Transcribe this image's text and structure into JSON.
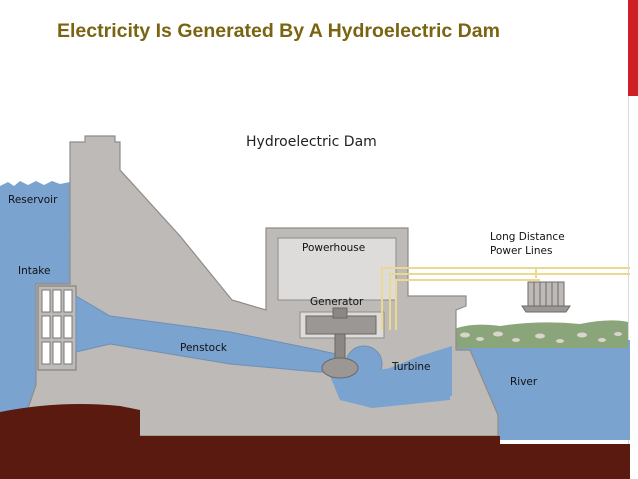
{
  "slide": {
    "title": "Electricity Is Generated By A Hydroelectric Dam"
  },
  "diagram": {
    "title": "Hydroelectric Dam",
    "labels": {
      "reservoir": "Reservoir",
      "intake": "Intake",
      "powerhouse": "Powerhouse",
      "generator": "Generator",
      "penstock": "Penstock",
      "turbine": "Turbine",
      "power_lines_line1": "Long Distance",
      "power_lines_line2": "Power Lines",
      "river": "River"
    }
  },
  "colors": {
    "title_text": "#7a6412",
    "accent": "#cf2027",
    "water": "#7ba3cf",
    "concrete": "#bdbab7",
    "ground": "#5a1a10",
    "power_line": "#ecd990"
  }
}
